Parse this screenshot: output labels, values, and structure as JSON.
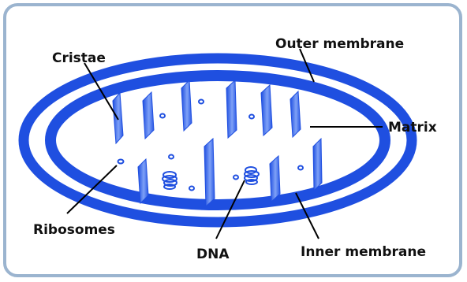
{
  "labels": {
    "cristae": "Cristae",
    "outer_membrane": "Outer membrane",
    "matrix": "Matrix",
    "ribosomes": "Ribosomes",
    "dna": "DNA",
    "inner_membrane": "Inner membrane"
  },
  "colors": {
    "membrane": "#1f4fe0",
    "frame": "#9bb4cf",
    "matrix_fill": "#ffffff",
    "crista_shade": "#5e86f2",
    "line": "#000000"
  }
}
